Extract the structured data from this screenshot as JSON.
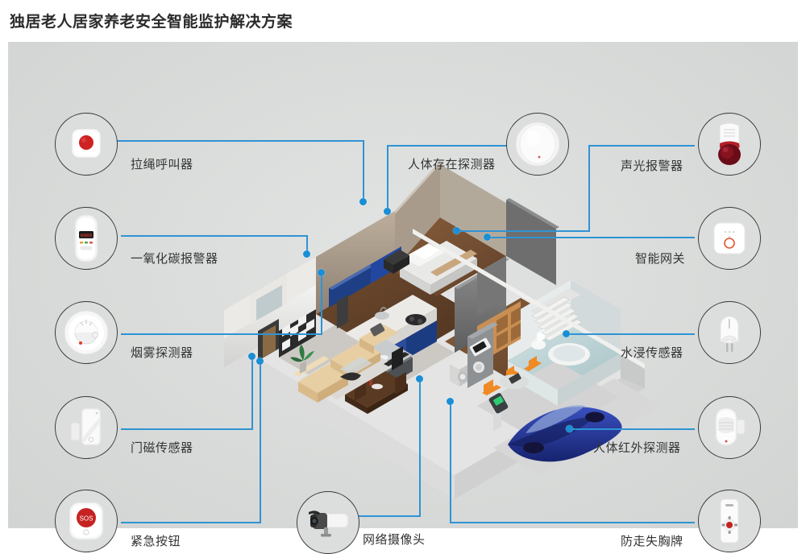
{
  "page": {
    "title": "独居老人居家养老安全智能监护解决方案",
    "accent_color": "#2f93d4",
    "dot_color": "#1a8ed6",
    "panel_bg": "#dcdedd",
    "label_color": "#333333"
  },
  "devices": [
    {
      "id": "pull-cord-caller",
      "label": "拉绳呼叫器",
      "icon": "pull-cord-caller-icon",
      "side": "left"
    },
    {
      "id": "co-alarm",
      "label": "一氧化碳报警器",
      "icon": "co-alarm-icon",
      "side": "left"
    },
    {
      "id": "smoke-detector",
      "label": "烟雾探测器",
      "icon": "smoke-detector-icon",
      "side": "left"
    },
    {
      "id": "door-sensor",
      "label": "门磁传感器",
      "icon": "door-sensor-icon",
      "side": "left"
    },
    {
      "id": "emergency-button",
      "label": "紧急按钮",
      "icon": "sos-button-icon",
      "side": "left"
    },
    {
      "id": "presence-detector",
      "label": "人体存在探测器",
      "icon": "presence-detector-icon",
      "side": "top"
    },
    {
      "id": "network-camera",
      "label": "网络摄像头",
      "icon": "network-camera-icon",
      "side": "bottom"
    },
    {
      "id": "sound-light-alarm",
      "label": "声光报警器",
      "icon": "sound-light-alarm-icon",
      "side": "right"
    },
    {
      "id": "smart-gateway",
      "label": "智能网关",
      "icon": "smart-gateway-icon",
      "side": "right"
    },
    {
      "id": "water-leak-sensor",
      "label": "水浸传感器",
      "icon": "water-leak-sensor-icon",
      "side": "right"
    },
    {
      "id": "infrared-detector",
      "label": "人体红外探测器",
      "icon": "infrared-detector-icon",
      "side": "right"
    },
    {
      "id": "anti-wander-badge",
      "label": "防走失胸牌",
      "icon": "anti-wander-badge-icon",
      "side": "right"
    }
  ],
  "sos_text": "SOS"
}
